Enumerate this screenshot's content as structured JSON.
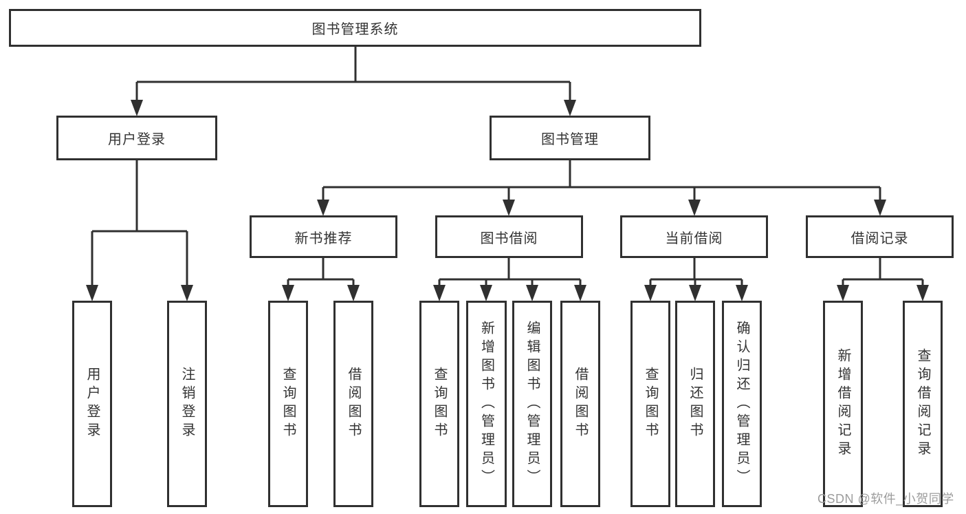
{
  "diagram": {
    "root": {
      "label": "图书管理系统"
    },
    "branches": [
      {
        "label": "用户登录",
        "children": [
          {
            "label": "用户登录"
          },
          {
            "label": "注销登录"
          }
        ]
      },
      {
        "label": "图书管理",
        "children": [
          {
            "label": "新书推荐",
            "children": [
              {
                "label": "查询图书"
              },
              {
                "label": "借阅图书"
              }
            ]
          },
          {
            "label": "图书借阅",
            "children": [
              {
                "label": "查询图书"
              },
              {
                "label": "新增图书（管理员）"
              },
              {
                "label": "编辑图书（管理员）"
              },
              {
                "label": "借阅图书"
              }
            ]
          },
          {
            "label": "当前借阅",
            "children": [
              {
                "label": "查询图书"
              },
              {
                "label": "归还图书"
              },
              {
                "label": "确认归还（管理员）"
              }
            ]
          },
          {
            "label": "借阅记录",
            "children": [
              {
                "label": "新增借阅记录"
              },
              {
                "label": "查询借阅记录"
              }
            ]
          }
        ]
      }
    ]
  },
  "watermark": {
    "text": "CSDN @软件_小贺同学"
  },
  "colors": {
    "line": "#303030",
    "text": "#333333",
    "watermark": "#9c9c9c",
    "box_bg": "#ffffff"
  }
}
